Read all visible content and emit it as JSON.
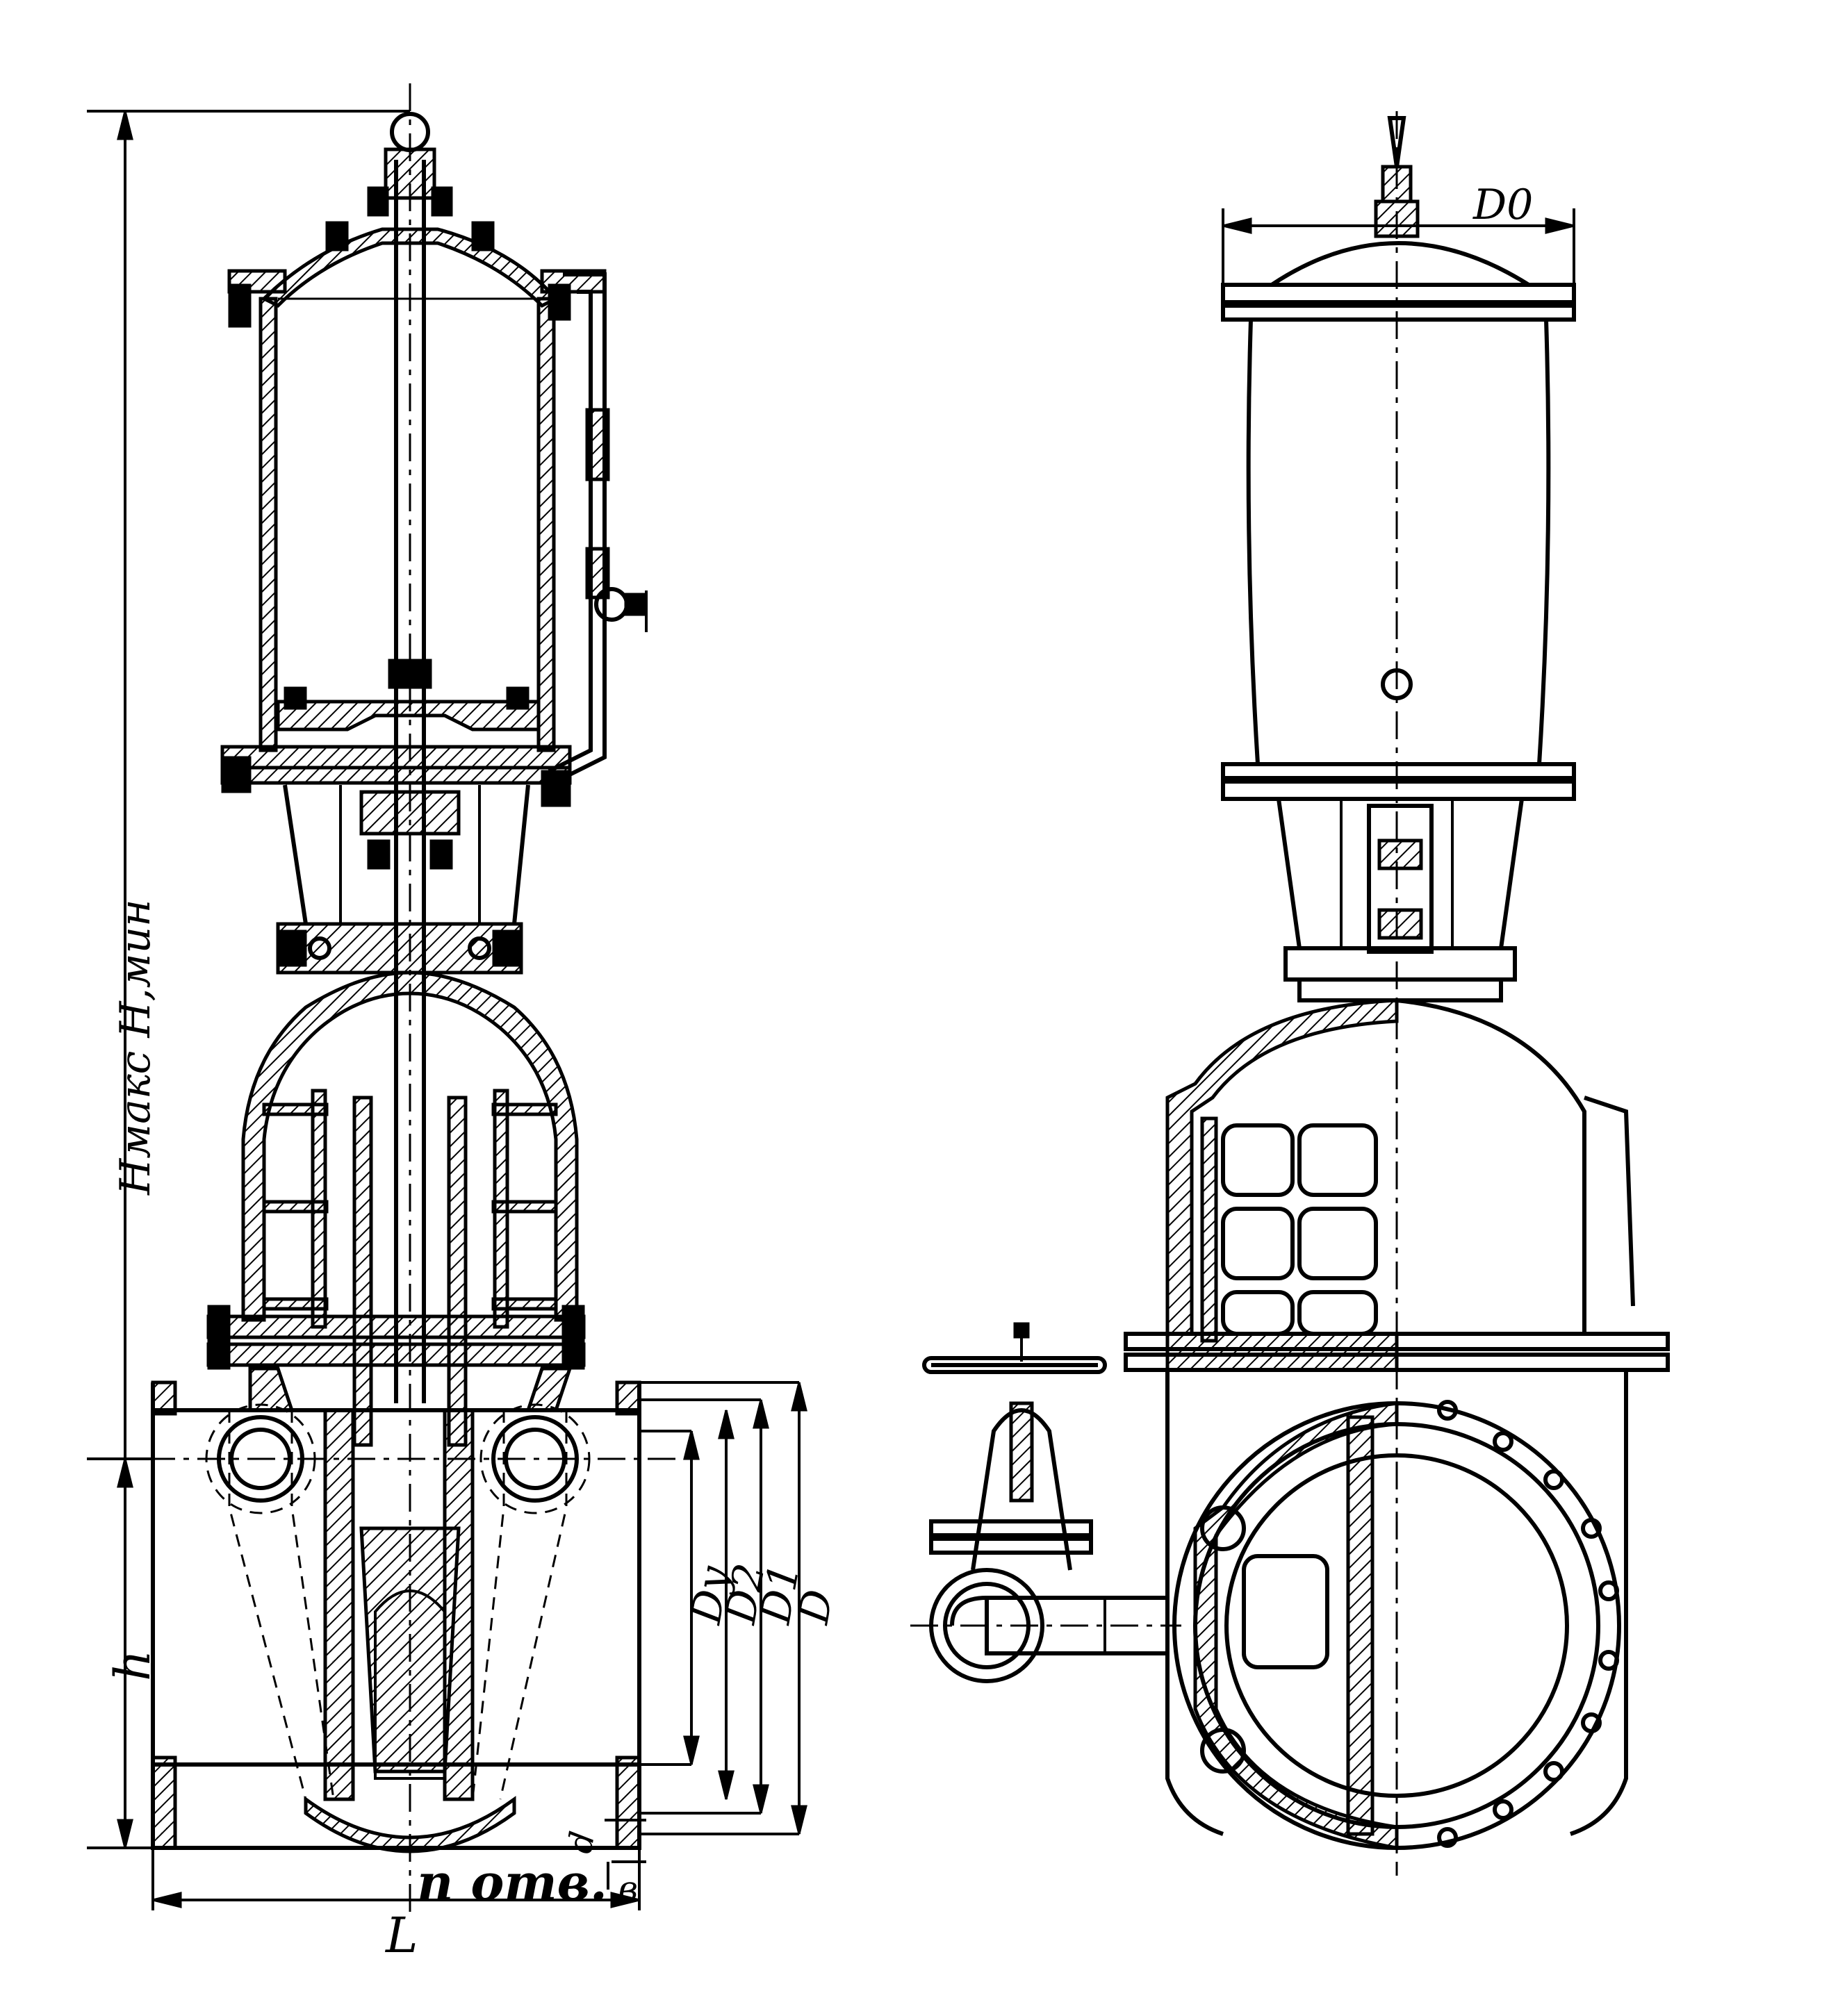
{
  "labels": {
    "height_max": "Нмакс Н,мин",
    "h": "h",
    "L": "L",
    "Dy": "Dy",
    "D2": "D2",
    "D1": "D1",
    "D": "D",
    "D0": "D0",
    "n_otv": "n отв.",
    "d": "d",
    "b": "в"
  }
}
